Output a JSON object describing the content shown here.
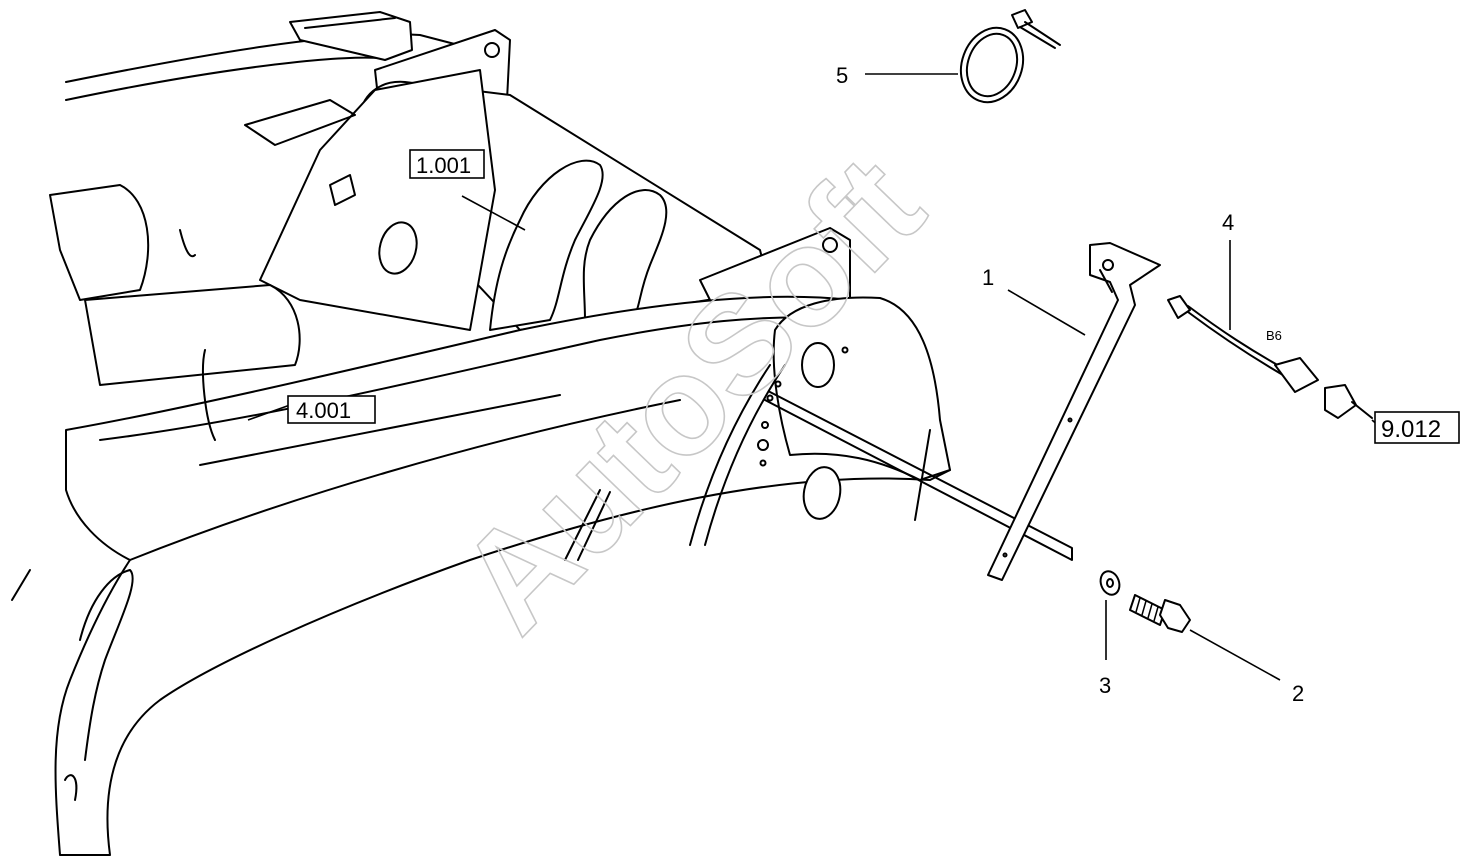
{
  "callouts": [
    {
      "id": "1",
      "label": "1"
    },
    {
      "id": "2",
      "label": "2"
    },
    {
      "id": "3",
      "label": "3"
    },
    {
      "id": "4",
      "label": "4"
    },
    {
      "id": "5",
      "label": "5"
    }
  ],
  "references": [
    {
      "id": "1.001",
      "label": "1.001"
    },
    {
      "id": "4.001",
      "label": "4.001"
    },
    {
      "id": "9.012",
      "label": "9.012"
    }
  ],
  "sensor_code": "B6",
  "watermark": "AutoSoft"
}
